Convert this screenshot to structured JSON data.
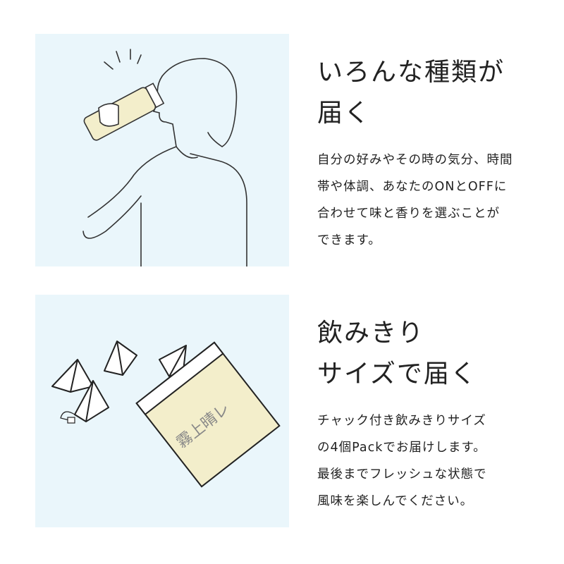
{
  "sections": [
    {
      "title_lines": [
        "いろんな種類が",
        "届く"
      ],
      "body_lines": [
        "自分の好みやその時の気分、時間",
        "帯や体調、あなたのONとOFFに",
        "合わせて味と香りを選ぶことが",
        "できます。"
      ]
    },
    {
      "title_lines": [
        "飲みきり",
        "サイズで届く"
      ],
      "body_lines": [
        "チャック付き飲みきりサイズ",
        "の4個Packでお届けします。",
        "最後までフレッシュな状態で",
        "風味を楽しんでください。"
      ],
      "package_logo": "霧上晴レ"
    }
  ],
  "colors": {
    "panel_bg": "#eaf6fb",
    "drink": "#f3eecb",
    "line": "#222222"
  }
}
